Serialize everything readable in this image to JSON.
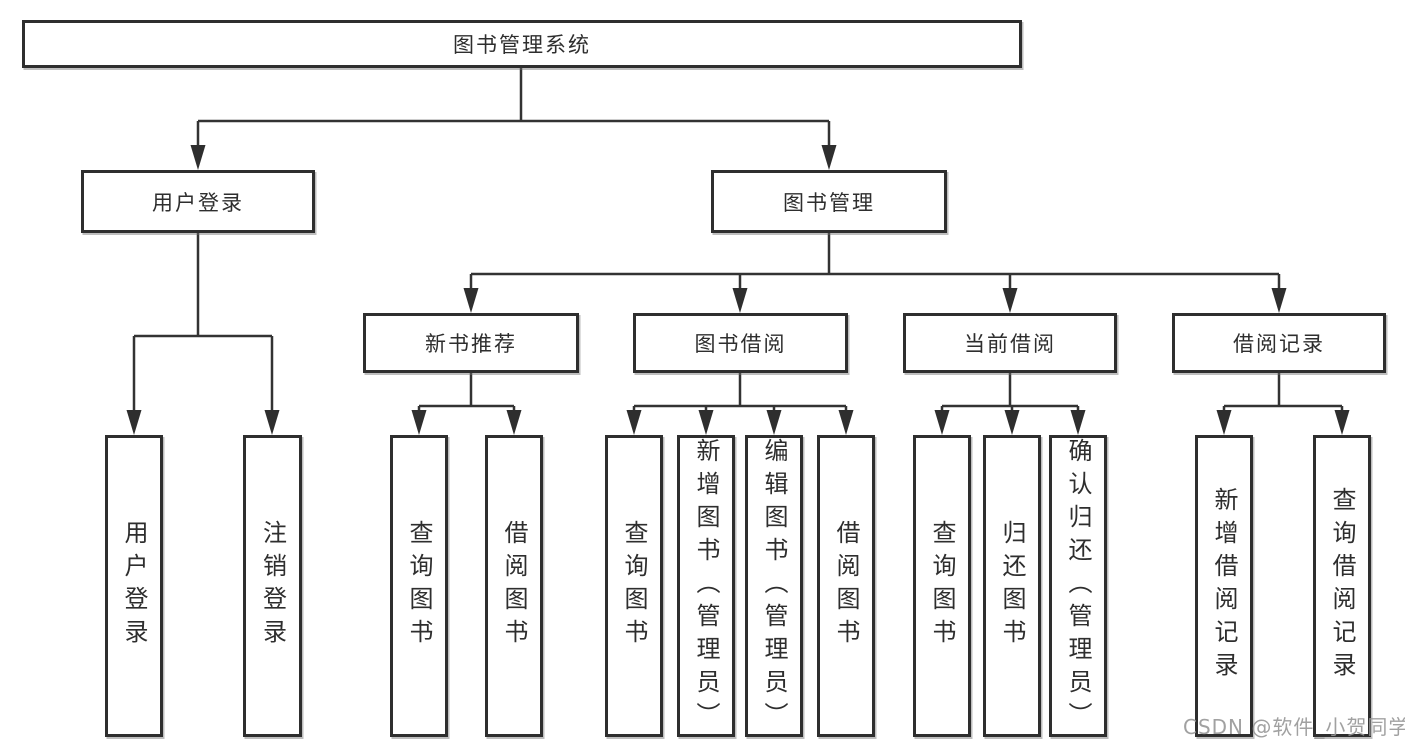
{
  "tree": {
    "root": {
      "label": "图书管理系统"
    },
    "branches": [
      {
        "label": "用户登录",
        "children": [
          {
            "label": "用户登录"
          },
          {
            "label": "注销登录"
          }
        ]
      },
      {
        "label": "图书管理",
        "groups": [
          {
            "label": "新书推荐",
            "children": [
              {
                "label": "查询图书"
              },
              {
                "label": "借阅图书"
              }
            ]
          },
          {
            "label": "图书借阅",
            "children": [
              {
                "label": "查询图书"
              },
              {
                "label": "新增图书（管理员）"
              },
              {
                "label": "编辑图书（管理员）"
              },
              {
                "label": "借阅图书"
              }
            ]
          },
          {
            "label": "当前借阅",
            "children": [
              {
                "label": "查询图书"
              },
              {
                "label": "归还图书"
              },
              {
                "label": "确认归还（管理员）"
              }
            ]
          },
          {
            "label": "借阅记录",
            "children": [
              {
                "label": "新增借阅记录"
              },
              {
                "label": "查询借阅记录"
              }
            ]
          }
        ]
      }
    ]
  },
  "watermark": "CSDN @软件_小贺同学",
  "colors": {
    "line": "#333333",
    "box_border": "#2e2e2e",
    "text": "#2e2e2e",
    "watermark": "#979797",
    "background": "#ffffff"
  }
}
